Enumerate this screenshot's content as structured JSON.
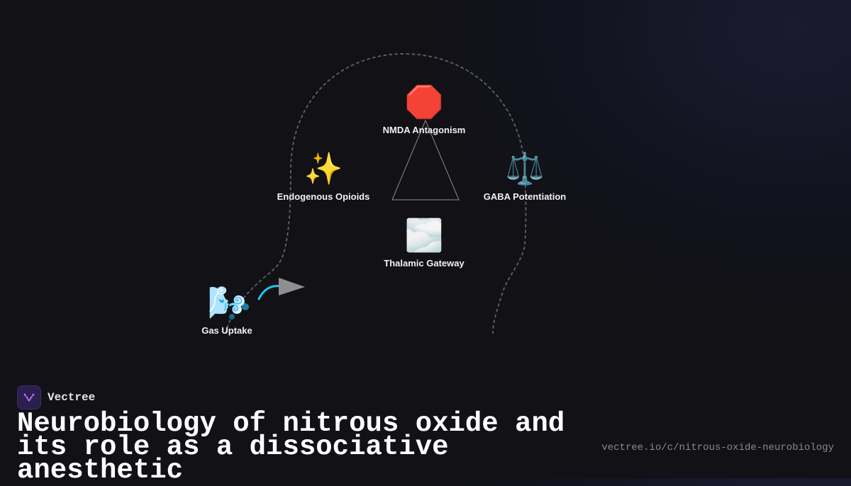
{
  "nodes": {
    "nmda": {
      "icon": "stop-sign-icon",
      "emoji": "🛑",
      "label": "NMDA Antagonism"
    },
    "opioids": {
      "icon": "sparkles-icon",
      "emoji": "✨",
      "label": "Endogenous Opioids"
    },
    "gaba": {
      "icon": "balance-scale-icon",
      "emoji": "⚖️",
      "label": "GABA Potentiation"
    },
    "thalamic": {
      "icon": "fog-icon",
      "emoji": "🌫️",
      "label": "Thalamic Gateway"
    },
    "uptake": {
      "icon": "wind-icon",
      "emoji": "🌬️",
      "label": "Gas Uptake"
    }
  },
  "brand": {
    "name": "Vectree",
    "icon": "vectree-logo-icon"
  },
  "title": "Neurobiology of nitrous oxide and its role as a dissociative anesthetic",
  "url": "vectree.io/c/nitrous-oxide-neurobiology",
  "colors": {
    "background": "#111116",
    "accent_cyan": "#1ec8f0",
    "arrow_gray": "#8a8a8a",
    "dots": "#1b7fa0"
  }
}
